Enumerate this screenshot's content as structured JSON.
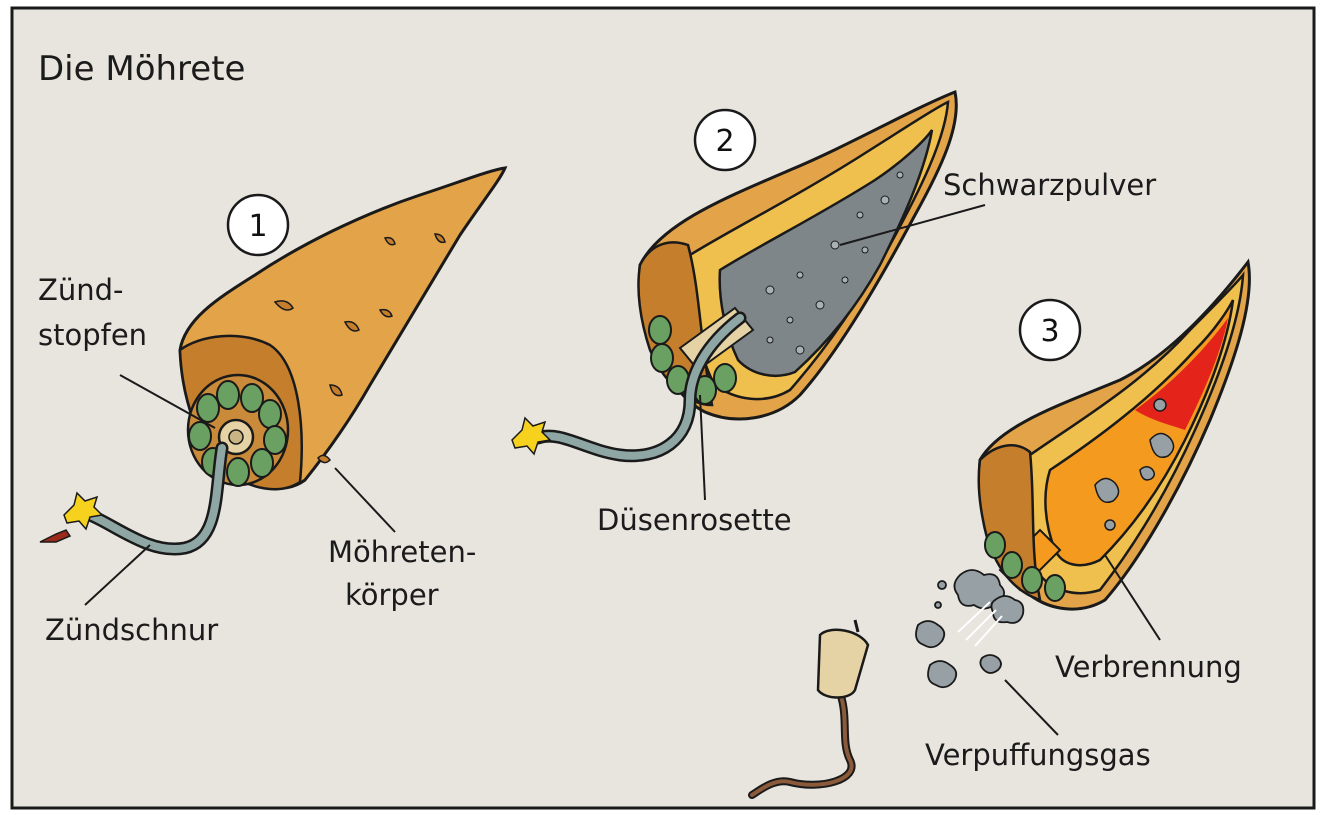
{
  "title": "Die Möhrete",
  "steps": [
    "1",
    "2",
    "3"
  ],
  "labels": {
    "zuendstopfen_1": "Zünd-",
    "zuendstopfen_2": "stopfen",
    "koerper_1": "Möhreten-",
    "koerper_2": "körper",
    "zuendschnur": "Zündschnur",
    "schwarzpulver": "Schwarzpulver",
    "duesenrosette": "Düsenrosette",
    "verbrennung": "Verbrennung",
    "verpuffungsgas": "Verpuffungsgas"
  },
  "colors": {
    "background": "#e8e5df",
    "carrot": "#e3a349",
    "carrot_dark": "#c47e2c",
    "carrot_inner": "#f0c04e",
    "powder": "#7f868a",
    "rosette": "#6aa162",
    "fuse": "#8fa7a4",
    "fire_red": "#e4231b",
    "fire_orange": "#f39a1f",
    "spark": "#f6d21e",
    "smoke": "#97a0a5",
    "cork": "#e6d3a5",
    "outline": "#1a1a1a"
  }
}
